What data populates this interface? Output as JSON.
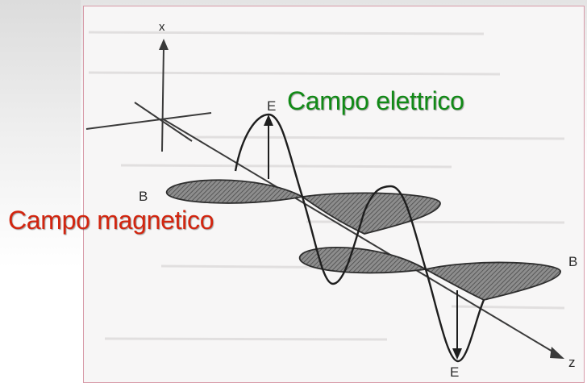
{
  "slide": {
    "label_electric_field": "Campo elettrico",
    "label_magnetic_field": "Campo magnetico"
  },
  "diagram": {
    "axis_x": "x",
    "axis_z": "z",
    "e_label_top": "E",
    "e_label_bottom": "E",
    "b_label_left": "B",
    "b_label_right": "B"
  },
  "colors": {
    "electric_label": "#118a16",
    "magnetic_label": "#d2250f",
    "frame_border": "#d79aa8"
  }
}
